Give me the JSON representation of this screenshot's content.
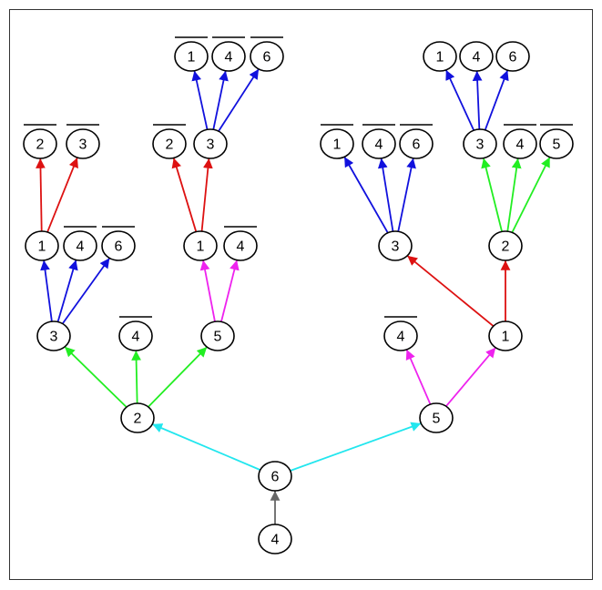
{
  "diagram": {
    "colors": {
      "gray": "#666666",
      "cyan": "#22e6ee",
      "green": "#22ee22",
      "magenta": "#ee22ee",
      "red": "#dd1111",
      "blue": "#1111dd"
    },
    "nodes": [
      {
        "id": "n4root",
        "label": "4",
        "neg": false
      },
      {
        "id": "n6",
        "label": "6",
        "neg": false
      },
      {
        "id": "n2L",
        "label": "2",
        "neg": false
      },
      {
        "id": "n5R",
        "label": "5",
        "neg": false
      },
      {
        "id": "n3a",
        "label": "3",
        "neg": false
      },
      {
        "id": "n4a",
        "label": "4",
        "neg": true
      },
      {
        "id": "n5a",
        "label": "5",
        "neg": false
      },
      {
        "id": "n4b",
        "label": "4",
        "neg": true
      },
      {
        "id": "n1R",
        "label": "1",
        "neg": false
      },
      {
        "id": "n1a",
        "label": "1",
        "neg": false
      },
      {
        "id": "n4c",
        "label": "4",
        "neg": true
      },
      {
        "id": "n6c",
        "label": "6",
        "neg": true
      },
      {
        "id": "n1b",
        "label": "1",
        "neg": false
      },
      {
        "id": "n4d",
        "label": "4",
        "neg": true
      },
      {
        "id": "n3R",
        "label": "3",
        "neg": false
      },
      {
        "id": "n2R",
        "label": "2",
        "neg": false
      },
      {
        "id": "n2e",
        "label": "2",
        "neg": true
      },
      {
        "id": "n3e",
        "label": "3",
        "neg": true
      },
      {
        "id": "n2f",
        "label": "2",
        "neg": true
      },
      {
        "id": "n3f",
        "label": "3",
        "neg": false
      },
      {
        "id": "n1g",
        "label": "1",
        "neg": true
      },
      {
        "id": "n4g",
        "label": "4",
        "neg": true
      },
      {
        "id": "n6g",
        "label": "6",
        "neg": true
      },
      {
        "id": "n3h",
        "label": "3",
        "neg": false
      },
      {
        "id": "n4h",
        "label": "4",
        "neg": true
      },
      {
        "id": "n5h",
        "label": "5",
        "neg": true
      },
      {
        "id": "n1i",
        "label": "1",
        "neg": true
      },
      {
        "id": "n4i",
        "label": "4",
        "neg": true
      },
      {
        "id": "n6i",
        "label": "6",
        "neg": true
      },
      {
        "id": "n1j",
        "label": "1",
        "neg": false
      },
      {
        "id": "n4j",
        "label": "4",
        "neg": false
      },
      {
        "id": "n6j",
        "label": "6",
        "neg": false
      }
    ],
    "edges": [
      {
        "from": "n4root",
        "to": "n6",
        "color": "gray"
      },
      {
        "from": "n6",
        "to": "n2L",
        "color": "cyan"
      },
      {
        "from": "n6",
        "to": "n5R",
        "color": "cyan"
      },
      {
        "from": "n2L",
        "to": "n3a",
        "color": "green"
      },
      {
        "from": "n2L",
        "to": "n4a",
        "color": "green"
      },
      {
        "from": "n2L",
        "to": "n5a",
        "color": "green"
      },
      {
        "from": "n5R",
        "to": "n4b",
        "color": "magenta"
      },
      {
        "from": "n5R",
        "to": "n1R",
        "color": "magenta"
      },
      {
        "from": "n3a",
        "to": "n1a",
        "color": "blue"
      },
      {
        "from": "n3a",
        "to": "n4c",
        "color": "blue"
      },
      {
        "from": "n3a",
        "to": "n6c",
        "color": "blue"
      },
      {
        "from": "n5a",
        "to": "n1b",
        "color": "magenta"
      },
      {
        "from": "n5a",
        "to": "n4d",
        "color": "magenta"
      },
      {
        "from": "n1R",
        "to": "n3R",
        "color": "red"
      },
      {
        "from": "n1R",
        "to": "n2R",
        "color": "red"
      },
      {
        "from": "n1a",
        "to": "n2e",
        "color": "red"
      },
      {
        "from": "n1a",
        "to": "n3e",
        "color": "red"
      },
      {
        "from": "n1b",
        "to": "n2f",
        "color": "red"
      },
      {
        "from": "n1b",
        "to": "n3f",
        "color": "red"
      },
      {
        "from": "n3R",
        "to": "n1g",
        "color": "blue"
      },
      {
        "from": "n3R",
        "to": "n4g",
        "color": "blue"
      },
      {
        "from": "n3R",
        "to": "n6g",
        "color": "blue"
      },
      {
        "from": "n2R",
        "to": "n3h",
        "color": "green"
      },
      {
        "from": "n2R",
        "to": "n4h",
        "color": "green"
      },
      {
        "from": "n2R",
        "to": "n5h",
        "color": "green"
      },
      {
        "from": "n3f",
        "to": "n1i",
        "color": "blue"
      },
      {
        "from": "n3f",
        "to": "n4i",
        "color": "blue"
      },
      {
        "from": "n3f",
        "to": "n6i",
        "color": "blue"
      },
      {
        "from": "n3h",
        "to": "n1j",
        "color": "blue"
      },
      {
        "from": "n3h",
        "to": "n4j",
        "color": "blue"
      },
      {
        "from": "n3h",
        "to": "n6j",
        "color": "blue"
      }
    ]
  }
}
